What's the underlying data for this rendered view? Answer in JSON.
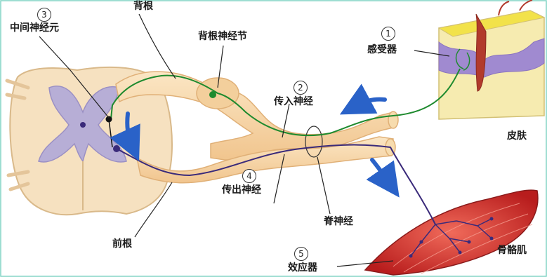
{
  "labels": {
    "receptor": "感受器",
    "afferent_nerve": "传入神经",
    "interneuron": "中间神经元",
    "efferent_nerve": "传出神经",
    "effector": "效应器",
    "dorsal_root": "背根",
    "dorsal_root_ganglion": "背根神经节",
    "ventral_root": "前根",
    "spinal_nerve": "脊神经",
    "skin": "皮肤",
    "skeletal_muscle": "骨骼肌"
  },
  "numbers": {
    "receptor": "1",
    "afferent_nerve": "2",
    "interneuron": "3",
    "efferent_nerve": "4",
    "effector": "5"
  },
  "colors": {
    "afferent_fiber": "#1e8a2e",
    "efferent_fiber": "#3a2a7a",
    "nerve_sheath": "#f7d7a8",
    "spinal_cord": "#f6e1c0",
    "grey_matter": "#b7aed6",
    "arrow": "#2a62c8",
    "muscle": "#d9302c",
    "skin_top": "#f2e24a",
    "skin_derm": "#a08ad0"
  }
}
